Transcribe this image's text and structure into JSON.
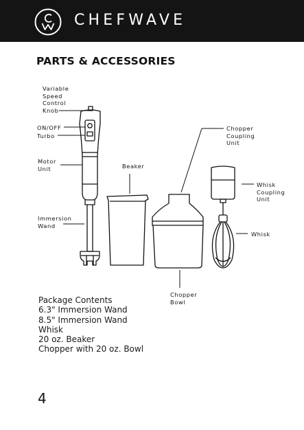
{
  "header": {
    "brand": "CHEFWAVE",
    "logo_icon": "chefwave-cw-circle-logo",
    "background_color": "#141414"
  },
  "section_title": "PARTS & ACCESSORIES",
  "labels": {
    "variable_speed_knob": [
      "Variable",
      "Speed",
      "Control",
      "Knob"
    ],
    "on_off": "ON/OFF",
    "turbo": "Turbo",
    "motor_unit": [
      "Motor",
      "Unit"
    ],
    "immersion_wand": [
      "Immersion",
      "Wand"
    ],
    "beaker": "Beaker",
    "chopper_coupling_unit": [
      "Chopper",
      "Coupling",
      "Unit"
    ],
    "whisk_coupling_unit": [
      "Whisk",
      "Coupling",
      "Unit"
    ],
    "whisk": "Whisk",
    "chopper_bowl": [
      "Chopper",
      "Bowl"
    ]
  },
  "package_contents": {
    "heading": "Package Contents",
    "items": [
      "6.3\" Immersion Wand",
      "8.5\" Immersion Wand",
      "Whisk",
      "20 oz. Beaker",
      "Chopper with 20 oz. Bowl"
    ]
  },
  "page_number": "4"
}
